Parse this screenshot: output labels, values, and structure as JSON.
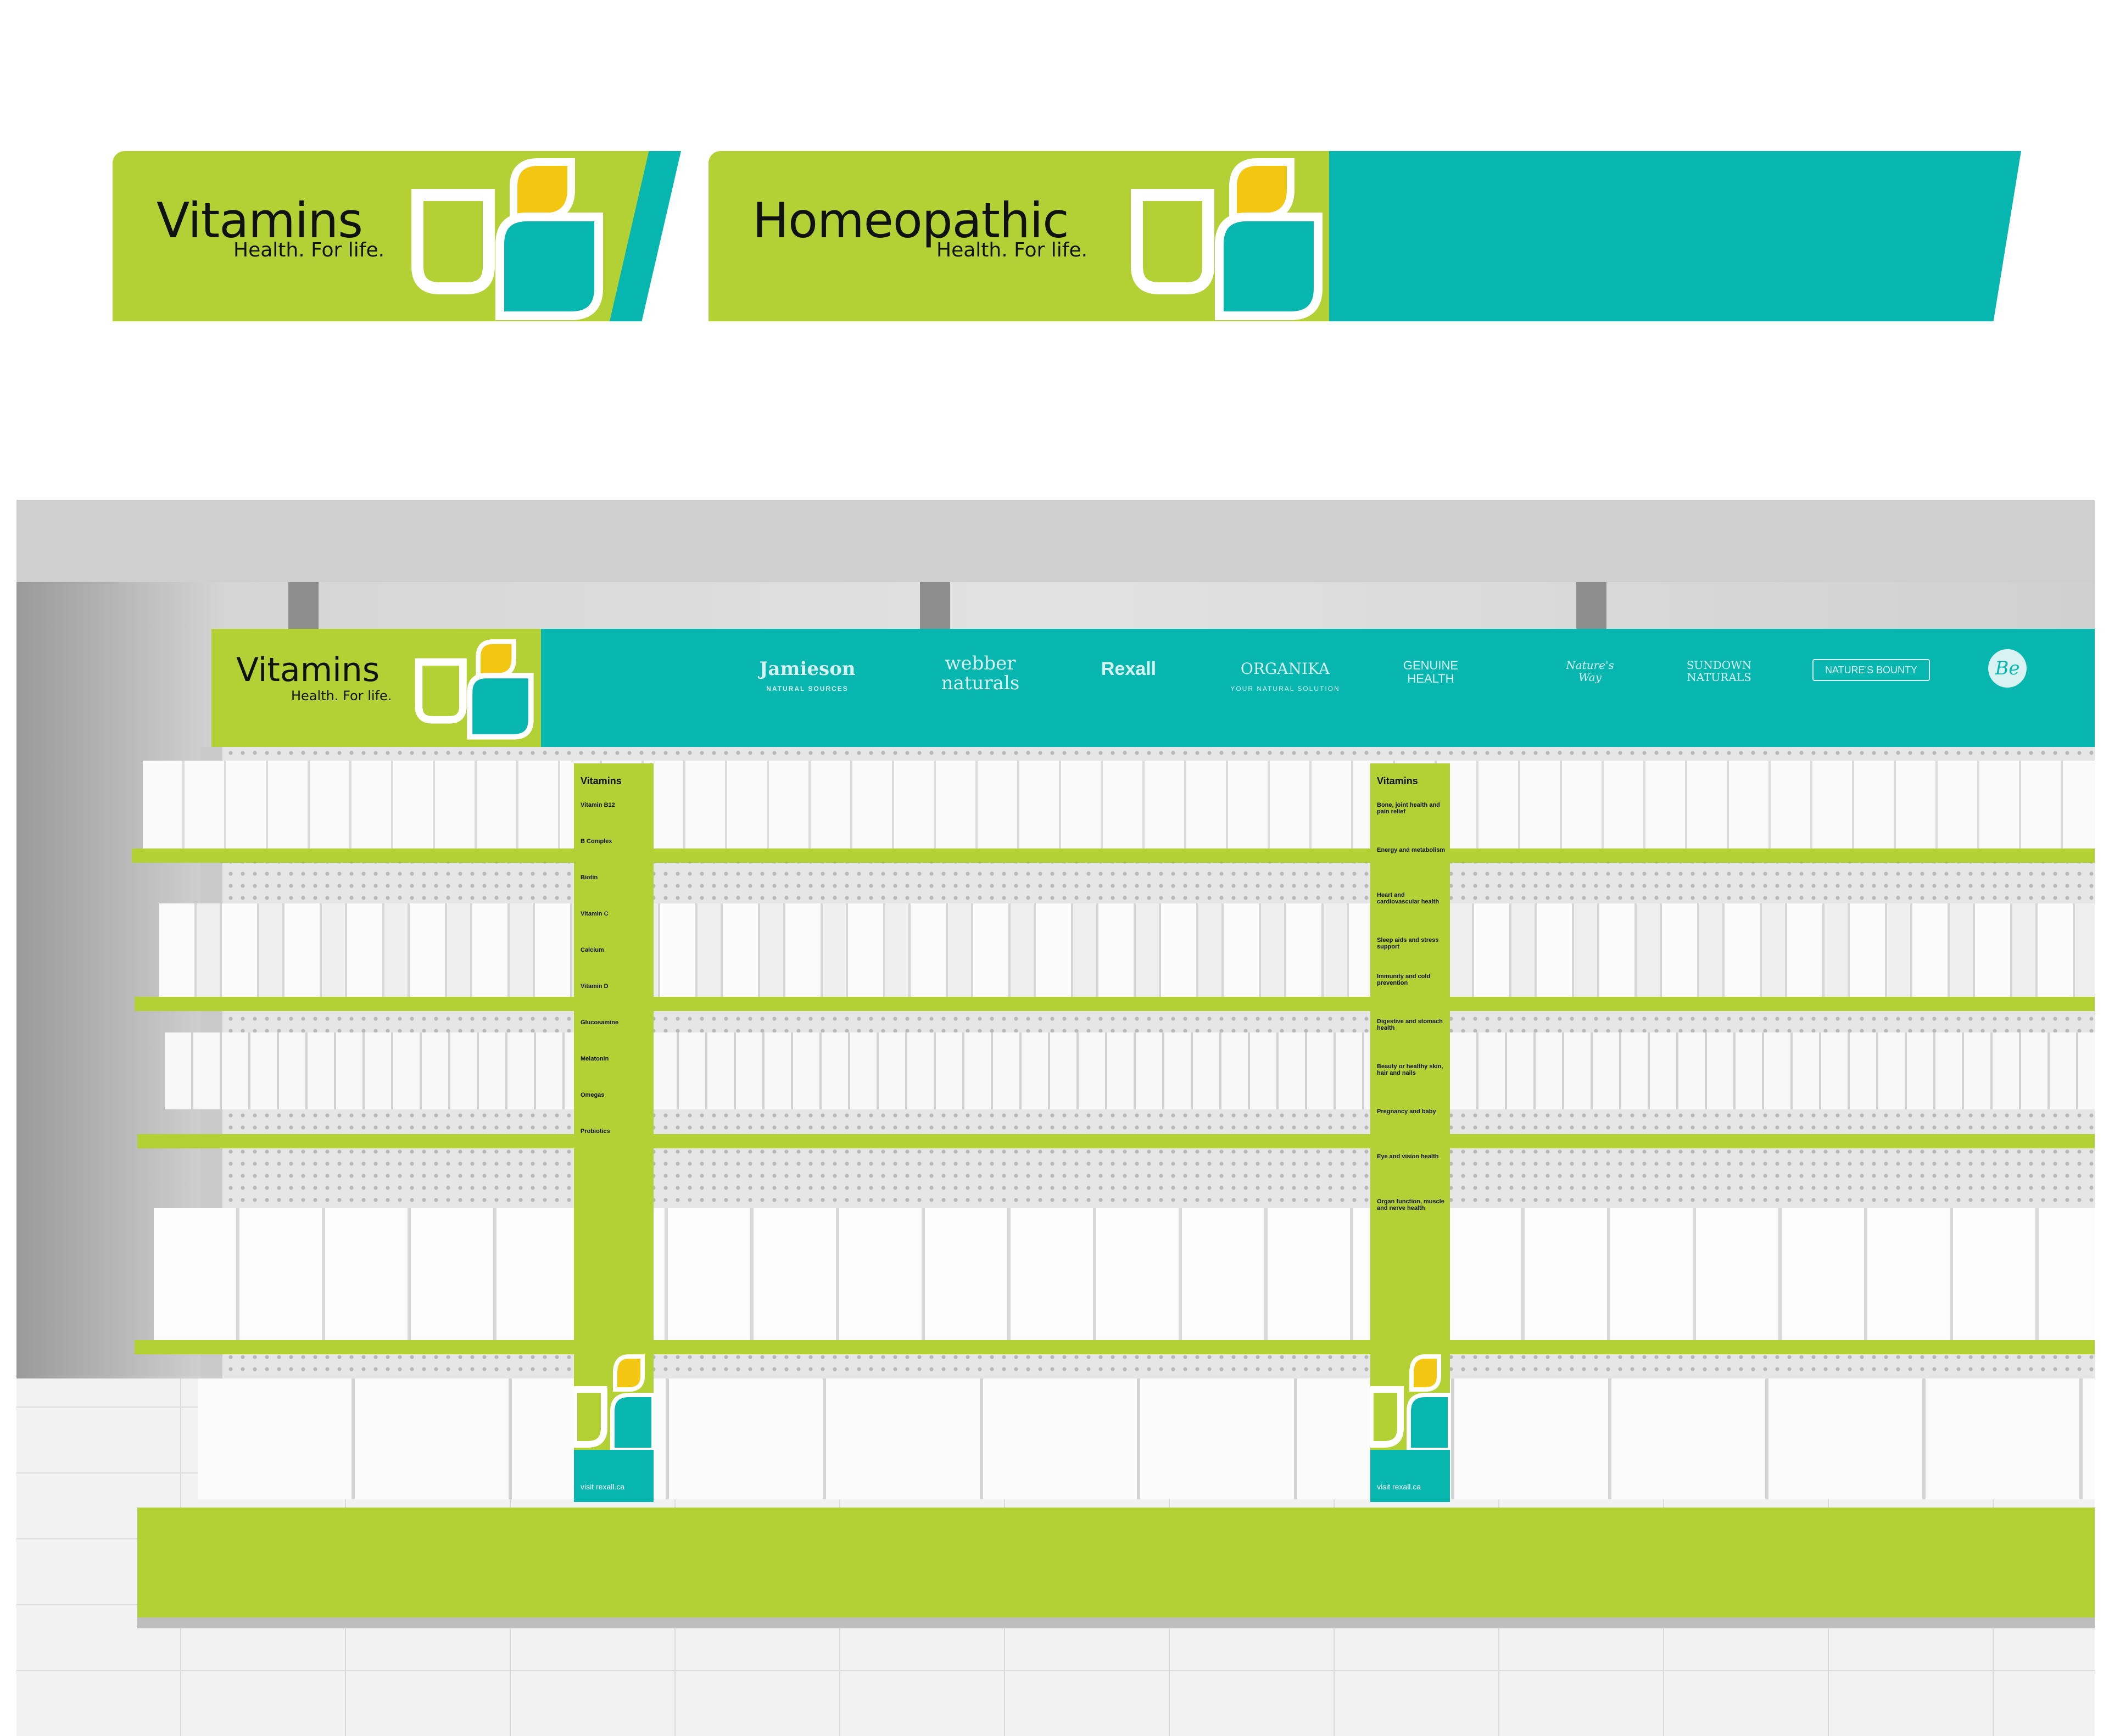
{
  "sign_vitamins": {
    "title": "Vitamins",
    "tagline": "Health. For life."
  },
  "sign_homeopathic": {
    "title": "Homeopathic",
    "tagline": "Health. For life."
  },
  "header": {
    "title": "Vitamins",
    "tagline": "Health. For life."
  },
  "brands": [
    {
      "name": "Jamieson",
      "sub": "NATURAL SOURCES"
    },
    {
      "name": "webber naturals",
      "sub": ""
    },
    {
      "name": "Rexall",
      "sub": ""
    },
    {
      "name": "ORGANIKA",
      "sub": "YOUR NATURAL SOLUTION"
    },
    {
      "name": "GENUINE HEALTH",
      "sub": ""
    },
    {
      "name": "Nature's Way",
      "sub": ""
    },
    {
      "name": "SUNDOWN NATURALS",
      "sub": ""
    },
    {
      "name": "NATURE'S BOUNTY",
      "sub": ""
    },
    {
      "name": "Be",
      "sub": ""
    }
  ],
  "strip_left": {
    "heading": "Vitamins",
    "items": [
      "Vitamin B12",
      "B Complex",
      "Biotin",
      "Vitamin C",
      "Calcium",
      "Vitamin D",
      "Glucosamine",
      "Melatonin",
      "Omegas",
      "Probiotics"
    ],
    "footer": "visit rexall.ca"
  },
  "strip_right": {
    "heading": "Vitamins",
    "items": [
      "Bone, joint health and pain relief",
      "Energy and metabolism",
      "Heart and cardiovascular health",
      "Sleep aids and stress support",
      "Immunity and cold prevention",
      "Digestive and stomach health",
      "Beauty or healthy skin, hair and nails",
      "Pregnancy and baby",
      "Eye and vision health",
      "Organ function, muscle and nerve health"
    ],
    "footer": "visit rexall.ca"
  },
  "colors": {
    "lime": "#b3d135",
    "teal": "#08b6b0",
    "yellow": "#f3c611"
  }
}
